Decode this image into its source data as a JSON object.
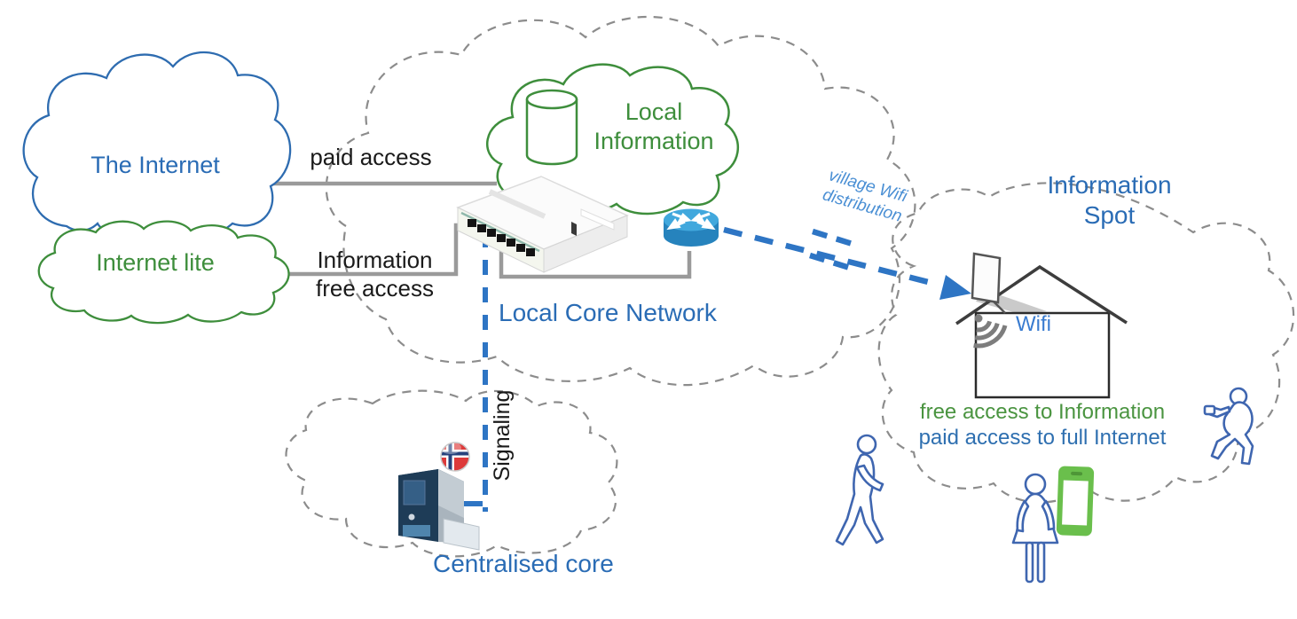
{
  "diagram": {
    "clouds": {
      "internet": "The Internet",
      "internet_lite": "Internet lite",
      "local_information": "Local\nInformation",
      "information_spot": "Information\nSpot"
    },
    "links": {
      "paid_access": "paid access",
      "information_free_access": "Information\nfree access",
      "village_wifi_distribution": "village Wifi\ndistribution",
      "signaling": "Signaling"
    },
    "nodes": {
      "local_core_network": "Local Core Network",
      "centralised_core": "Centralised core",
      "wifi": "Wifi"
    },
    "notes": {
      "free_access": "free access to Information",
      "paid_access_full": "paid access to full Internet"
    },
    "colors": {
      "blue": "#2a6cb5",
      "green": "#3e8e3c",
      "light_blue": "#4a8fd4",
      "link_blue": "#2e75c4",
      "gray": "#9a9a9a",
      "black": "#1a1a1a",
      "phone_green": "#6abf4c"
    }
  }
}
